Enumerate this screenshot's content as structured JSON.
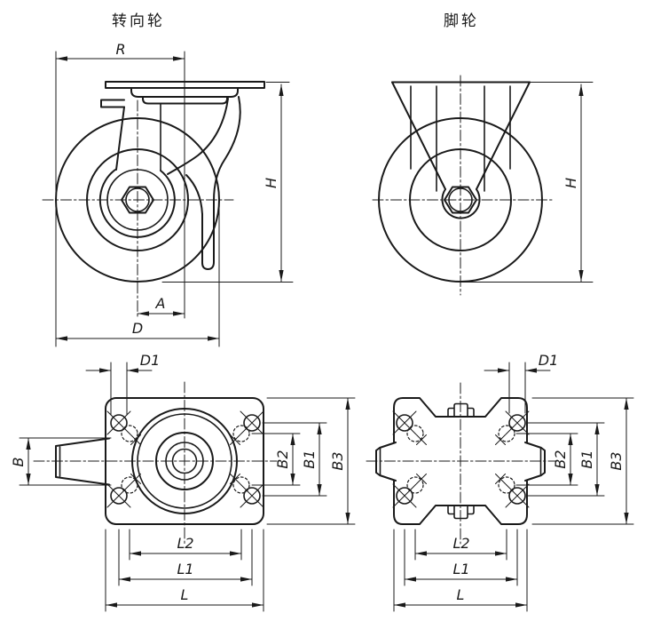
{
  "style": {
    "background": "#ffffff",
    "line_color": "#1a1a1a"
  },
  "titles": {
    "swivel": "转向轮",
    "fixed": "脚轮"
  },
  "swivel_side": {
    "dim_r": "R",
    "dim_h": "H",
    "dim_a": "A",
    "dim_d": "D"
  },
  "fixed_side": {
    "dim_h": "H"
  },
  "swivel_plan": {
    "dim_d1": "D1",
    "dim_b": "B",
    "dim_b1": "B1",
    "dim_b2": "B2",
    "dim_b3": "B3",
    "dim_l": "L",
    "dim_l1": "L1",
    "dim_l2": "L2"
  },
  "fixed_plan": {
    "dim_d1": "D1",
    "dim_b1": "B1",
    "dim_b2": "B2",
    "dim_b3": "B3",
    "dim_l": "L",
    "dim_l1": "L1",
    "dim_l2": "L2"
  }
}
